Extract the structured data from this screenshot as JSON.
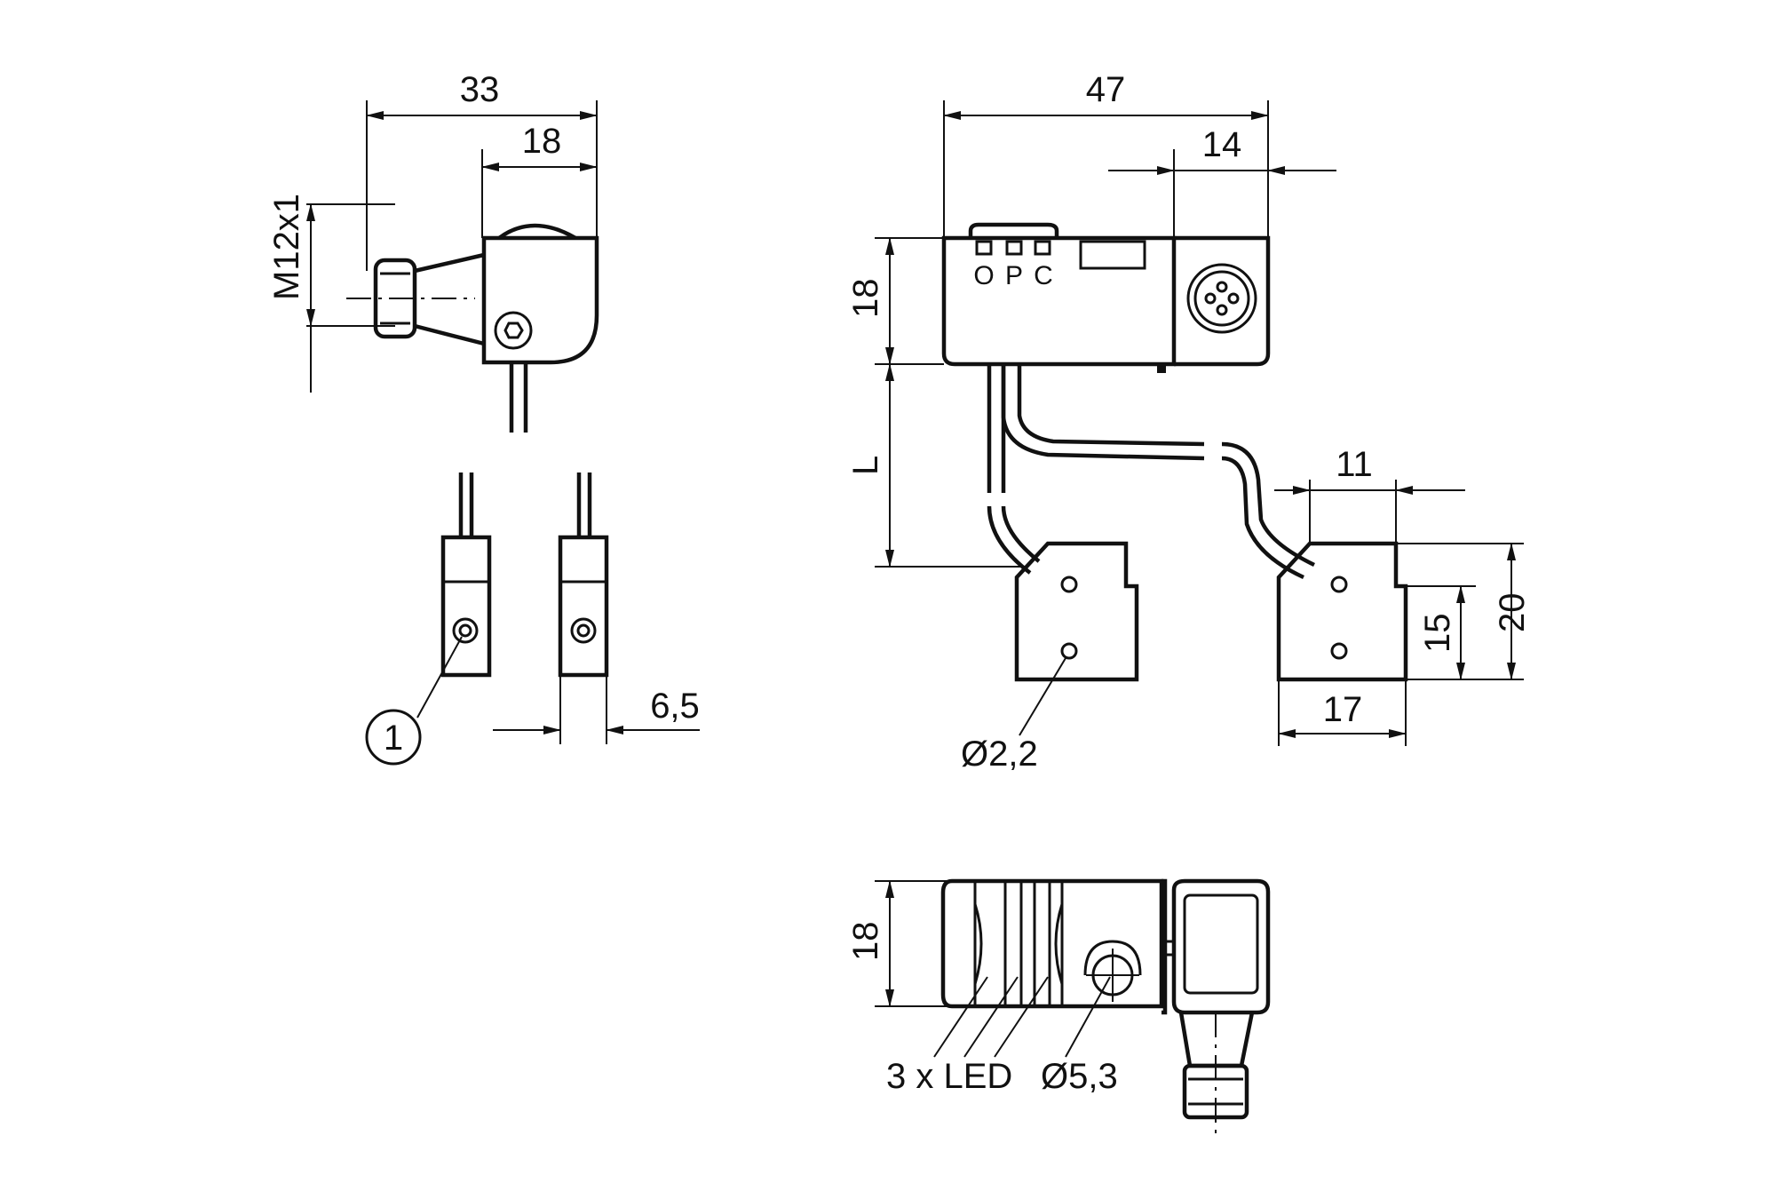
{
  "labels": {
    "d33": "33",
    "d18_top": "18",
    "m12": "M12x1",
    "d47": "47",
    "d14": "14",
    "d18_side": "18",
    "led_letters": [
      "O",
      "P",
      "C"
    ],
    "L": "L",
    "d11": "11",
    "d20": "20",
    "d15": "15",
    "d17": "17",
    "dia22": "Ø2,2",
    "callout1": "1",
    "d65": "6,5",
    "d18_bottom": "18",
    "three_led": "3 x LED",
    "dia53": "Ø5,3"
  }
}
